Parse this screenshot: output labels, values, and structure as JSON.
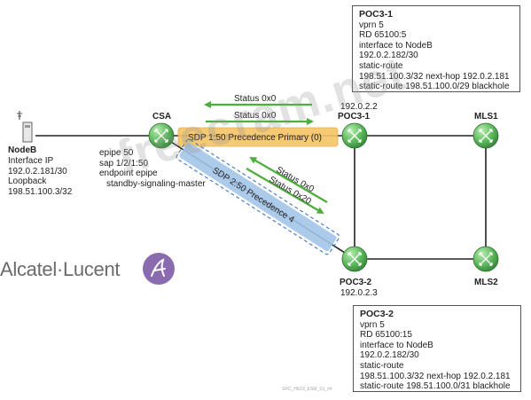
{
  "colors": {
    "router": "#5cb85c",
    "arrow": "#4caf3c",
    "sdp_primary": "#f6c466",
    "sdp_standby": "#a3c4e8",
    "link": "#222222"
  },
  "nodes": {
    "nodeb": {
      "name": "NodeB",
      "lines": [
        "Interface IP",
        "192.0.2.181/30",
        "Loopback",
        "198.51.100.3/32"
      ]
    },
    "csa": {
      "name": "CSA",
      "config": [
        "epipe 50",
        "sap 1/2/1:50",
        "endpoint epipe",
        "   standby-signaling-master"
      ]
    },
    "poc31": {
      "name": "POC3-1",
      "ip": "192.0.2.2"
    },
    "poc32": {
      "name": "POC3-2",
      "ip": "192.0.2.3"
    },
    "mls1": {
      "name": "MLS1"
    },
    "mls2": {
      "name": "MLS2"
    }
  },
  "sdps": {
    "primary": "SDP 1:50 Precedence Primary (0)",
    "standby": "SDP 2:50 Precedence 4"
  },
  "status_arrows": [
    "Status 0x0",
    "Status 0x0",
    "Status 0x0",
    "Status 0x20"
  ],
  "boxes": {
    "poc31": {
      "title": "POC3-1",
      "lines": [
        "vprn 5",
        "RD 65100:5",
        "interface to NodeB",
        "192.0.2.182/30",
        "static-route",
        "198.51.100.3/32 next-hop 192.0.2.181",
        "static-route 198.51.100.0/29 blackhole"
      ]
    },
    "poc32": {
      "title": "POC3-2",
      "lines": [
        "vprn 5",
        "RD 65100:15",
        "interface to NodeB",
        "192.0.2.182/30",
        "static-route",
        "198.51.100.3/32 next-hop 192.0.2.181",
        "static-route 198.51.100.0/31 blackhole"
      ]
    }
  },
  "branding": {
    "logo_text": "Alcatel·Lucent"
  },
  "watermark": "freecram.net",
  "footer": "SRC_HE03_ESM_S1_##"
}
